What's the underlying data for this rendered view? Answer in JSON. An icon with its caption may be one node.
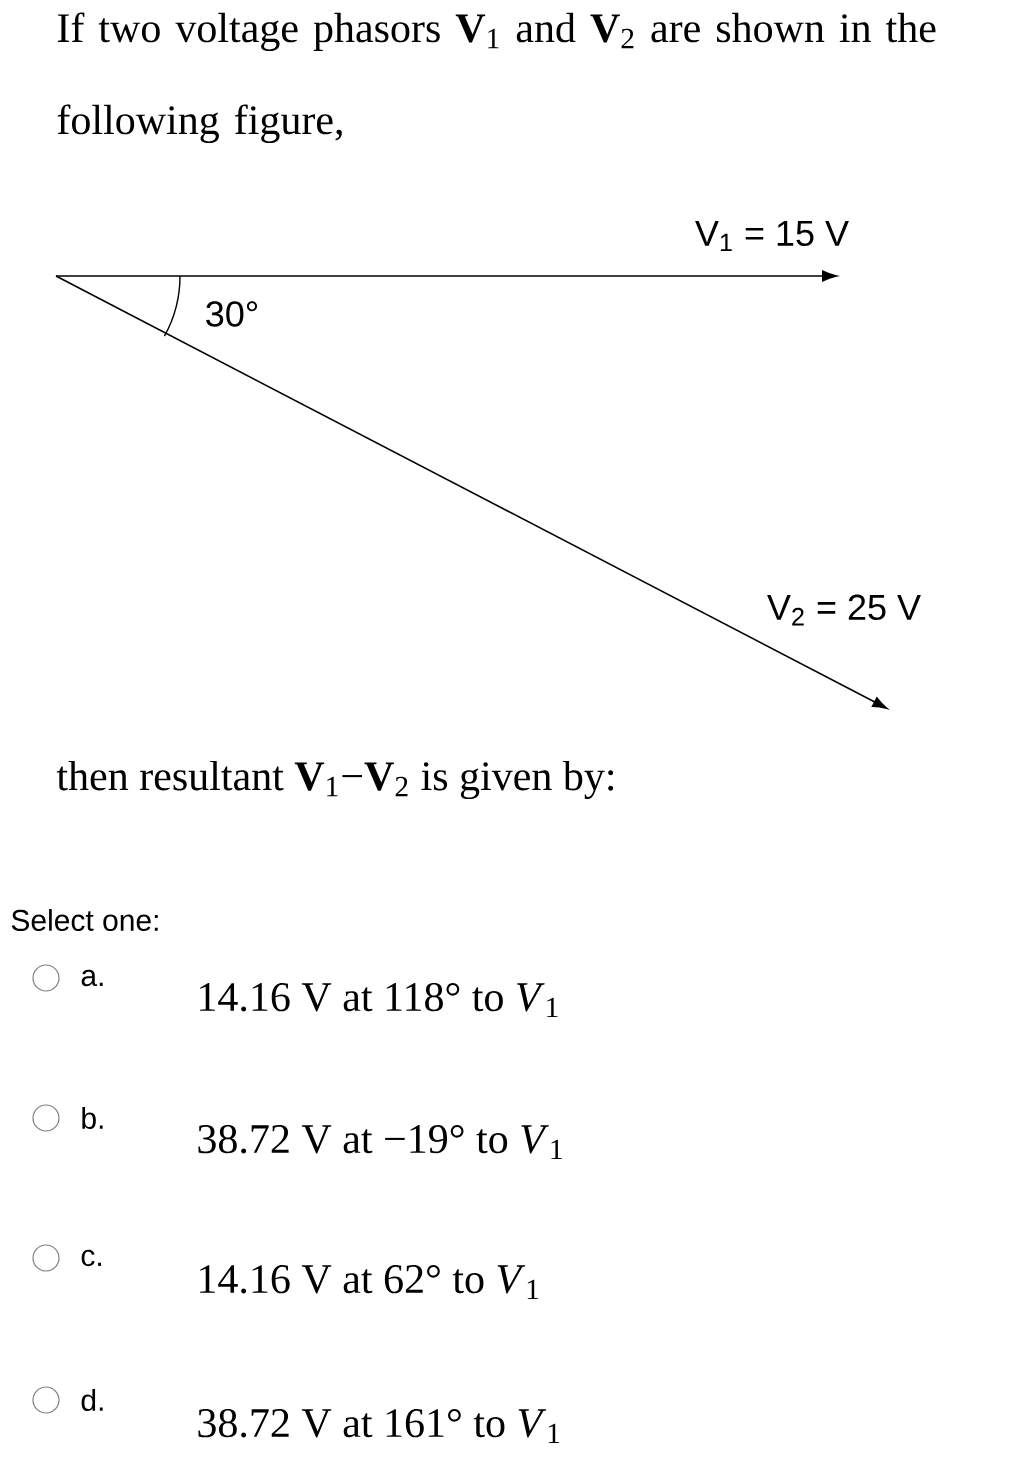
{
  "diagram": {
    "labels": [
      "If two voltage phasors **V**$_{1}$ and **V**$_{2}$ are shown in the following figure,",
      "V$_{1}$ = 15 V",
      "30°",
      "V$_{2}$ = 25 V",
      "then resultant **V**$_{1}$−**V**$_{2}$ is given by:",
      "Select one:",
      "a.",
      "14.16 V at 118° to *V*$_{1}$",
      "b.",
      "38.72 V at −19° to *V*$_{1}$",
      "c.",
      "14.16 V at 62° to *V*$_{1}$",
      "d.",
      "38.72 V at 161° to *V*$_{1}$"
    ]
  }
}
